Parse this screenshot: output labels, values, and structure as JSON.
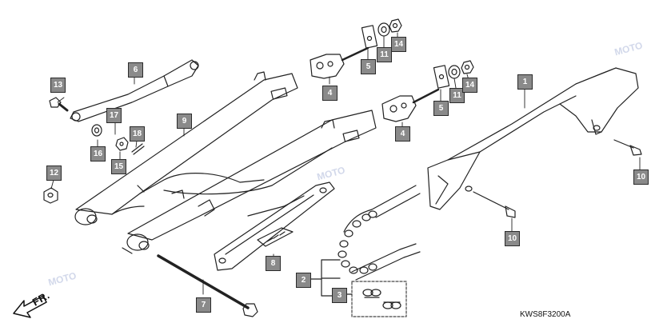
{
  "callouts": [
    {
      "id": "c1",
      "label": "1"
    },
    {
      "id": "c2",
      "label": "2"
    },
    {
      "id": "c3",
      "label": "3"
    },
    {
      "id": "c4a",
      "label": "4"
    },
    {
      "id": "c4b",
      "label": "4"
    },
    {
      "id": "c5a",
      "label": "5"
    },
    {
      "id": "c5b",
      "label": "5"
    },
    {
      "id": "c6",
      "label": "6"
    },
    {
      "id": "c7",
      "label": "7"
    },
    {
      "id": "c8",
      "label": "8"
    },
    {
      "id": "c9",
      "label": "9"
    },
    {
      "id": "c10a",
      "label": "10"
    },
    {
      "id": "c10b",
      "label": "10"
    },
    {
      "id": "c11a",
      "label": "11"
    },
    {
      "id": "c11b",
      "label": "11"
    },
    {
      "id": "c12",
      "label": "12"
    },
    {
      "id": "c13",
      "label": "13"
    },
    {
      "id": "c14a",
      "label": "14"
    },
    {
      "id": "c14b",
      "label": "14"
    },
    {
      "id": "c15",
      "label": "15"
    },
    {
      "id": "c16",
      "label": "16"
    },
    {
      "id": "c17",
      "label": "17"
    },
    {
      "id": "c18",
      "label": "18"
    }
  ],
  "direction_label": "FR.",
  "diagram_code": "KWS8F3200A",
  "watermark_text": "MOTO"
}
